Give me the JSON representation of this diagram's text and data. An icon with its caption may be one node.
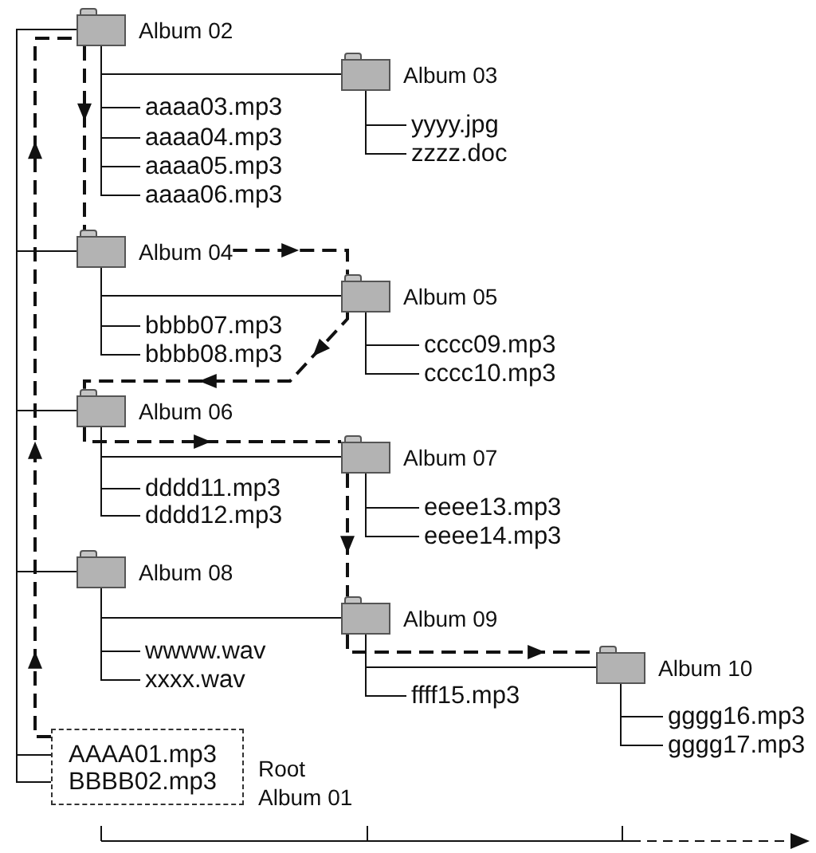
{
  "diagram": {
    "nodes": [
      {
        "text": [
          "Album 02"
        ]
      },
      {
        "text": [
          "Album 03"
        ]
      },
      {
        "text": [
          "aaaa03.mp3"
        ]
      },
      {
        "text": [
          "yyyy.jpg"
        ]
      },
      {
        "text": [
          "aaaa04.mp3"
        ]
      },
      {
        "text": [
          "zzzz.doc"
        ]
      },
      {
        "text": [
          "aaaa05.mp3"
        ]
      },
      {
        "text": [
          "aaaa06.mp3"
        ]
      },
      {
        "text": [
          "Album 04"
        ]
      },
      {
        "text": [
          "Album 05"
        ]
      },
      {
        "text": [
          "bbbb07.mp3"
        ]
      },
      {
        "text": [
          "cccc09.mp3"
        ]
      },
      {
        "text": [
          "bbbb08.mp3"
        ]
      },
      {
        "text": [
          "cccc10.mp3"
        ]
      },
      {
        "text": [
          "Album 06"
        ]
      },
      {
        "text": [
          "Album 07"
        ]
      },
      {
        "text": [
          "dddd11.mp3"
        ]
      },
      {
        "text": [
          "eeee13.mp3"
        ]
      },
      {
        "text": [
          "dddd12.mp3"
        ]
      },
      {
        "text": [
          "eeee14.mp3"
        ]
      },
      {
        "text": [
          "Album 08"
        ]
      },
      {
        "text": [
          "Album 09"
        ]
      },
      {
        "text": [
          "wwww.wav"
        ]
      },
      {
        "text": [
          "Album 10"
        ]
      },
      {
        "text": [
          "xxxx.wav"
        ]
      },
      {
        "text": [
          "ffff15.mp3"
        ]
      },
      {
        "text": [
          "gggg16.mp3"
        ]
      },
      {
        "text": [
          "gggg17.mp3"
        ]
      },
      {
        "text": [
          "Root",
          "Album 01"
        ]
      },
      {
        "text": [
          "AAAA01.mp3"
        ],
        "in": 28
      },
      {
        "text": [
          "BBBB02.mp3"
        ],
        "in": 28
      }
    ],
    "edges": [
      {
        "from": 28,
        "to": 0,
        "arrow": "none"
      },
      {
        "from": 28,
        "to": 8,
        "arrow": "none"
      },
      {
        "from": 28,
        "to": 14,
        "arrow": "none"
      },
      {
        "from": 28,
        "to": 20,
        "arrow": "none"
      },
      {
        "from": 0,
        "to": 1,
        "arrow": "none"
      },
      {
        "from": 0,
        "to": 2,
        "arrow": "none"
      },
      {
        "from": 0,
        "to": 4,
        "arrow": "none"
      },
      {
        "from": 0,
        "to": 6,
        "arrow": "none"
      },
      {
        "from": 0,
        "to": 7,
        "arrow": "none"
      },
      {
        "from": 1,
        "to": 3,
        "arrow": "none"
      },
      {
        "from": 1,
        "to": 5,
        "arrow": "none"
      },
      {
        "from": 8,
        "to": 9,
        "arrow": "none"
      },
      {
        "from": 8,
        "to": 10,
        "arrow": "none"
      },
      {
        "from": 8,
        "to": 12,
        "arrow": "none"
      },
      {
        "from": 9,
        "to": 11,
        "arrow": "none"
      },
      {
        "from": 9,
        "to": 13,
        "arrow": "none"
      },
      {
        "from": 14,
        "to": 15,
        "arrow": "none"
      },
      {
        "from": 14,
        "to": 16,
        "arrow": "none"
      },
      {
        "from": 14,
        "to": 18,
        "arrow": "none"
      },
      {
        "from": 15,
        "to": 17,
        "arrow": "none"
      },
      {
        "from": 15,
        "to": 19,
        "arrow": "none"
      },
      {
        "from": 20,
        "to": 21,
        "arrow": "none"
      },
      {
        "from": 20,
        "to": 22,
        "arrow": "none"
      },
      {
        "from": 20,
        "to": 24,
        "arrow": "none"
      },
      {
        "from": 21,
        "to": 23,
        "arrow": "none"
      },
      {
        "from": 21,
        "to": 25,
        "arrow": "none"
      },
      {
        "from": 23,
        "to": 26,
        "arrow": "none"
      },
      {
        "from": 23,
        "to": 27,
        "arrow": "none"
      },
      {
        "from": 28,
        "to": 0,
        "arrow": "to",
        "style": "dashed"
      },
      {
        "from": 0,
        "to": 8,
        "arrow": "to",
        "style": "dashed"
      },
      {
        "from": 8,
        "to": 9,
        "arrow": "to",
        "style": "dashed"
      },
      {
        "from": 9,
        "to": 14,
        "arrow": "to",
        "style": "dashed"
      },
      {
        "from": 14,
        "to": 15,
        "arrow": "to",
        "style": "dashed"
      },
      {
        "from": 15,
        "to": 21,
        "arrow": "to",
        "style": "dashed"
      },
      {
        "from": 21,
        "to": 23,
        "arrow": "to",
        "style": "dashed"
      }
    ]
  }
}
